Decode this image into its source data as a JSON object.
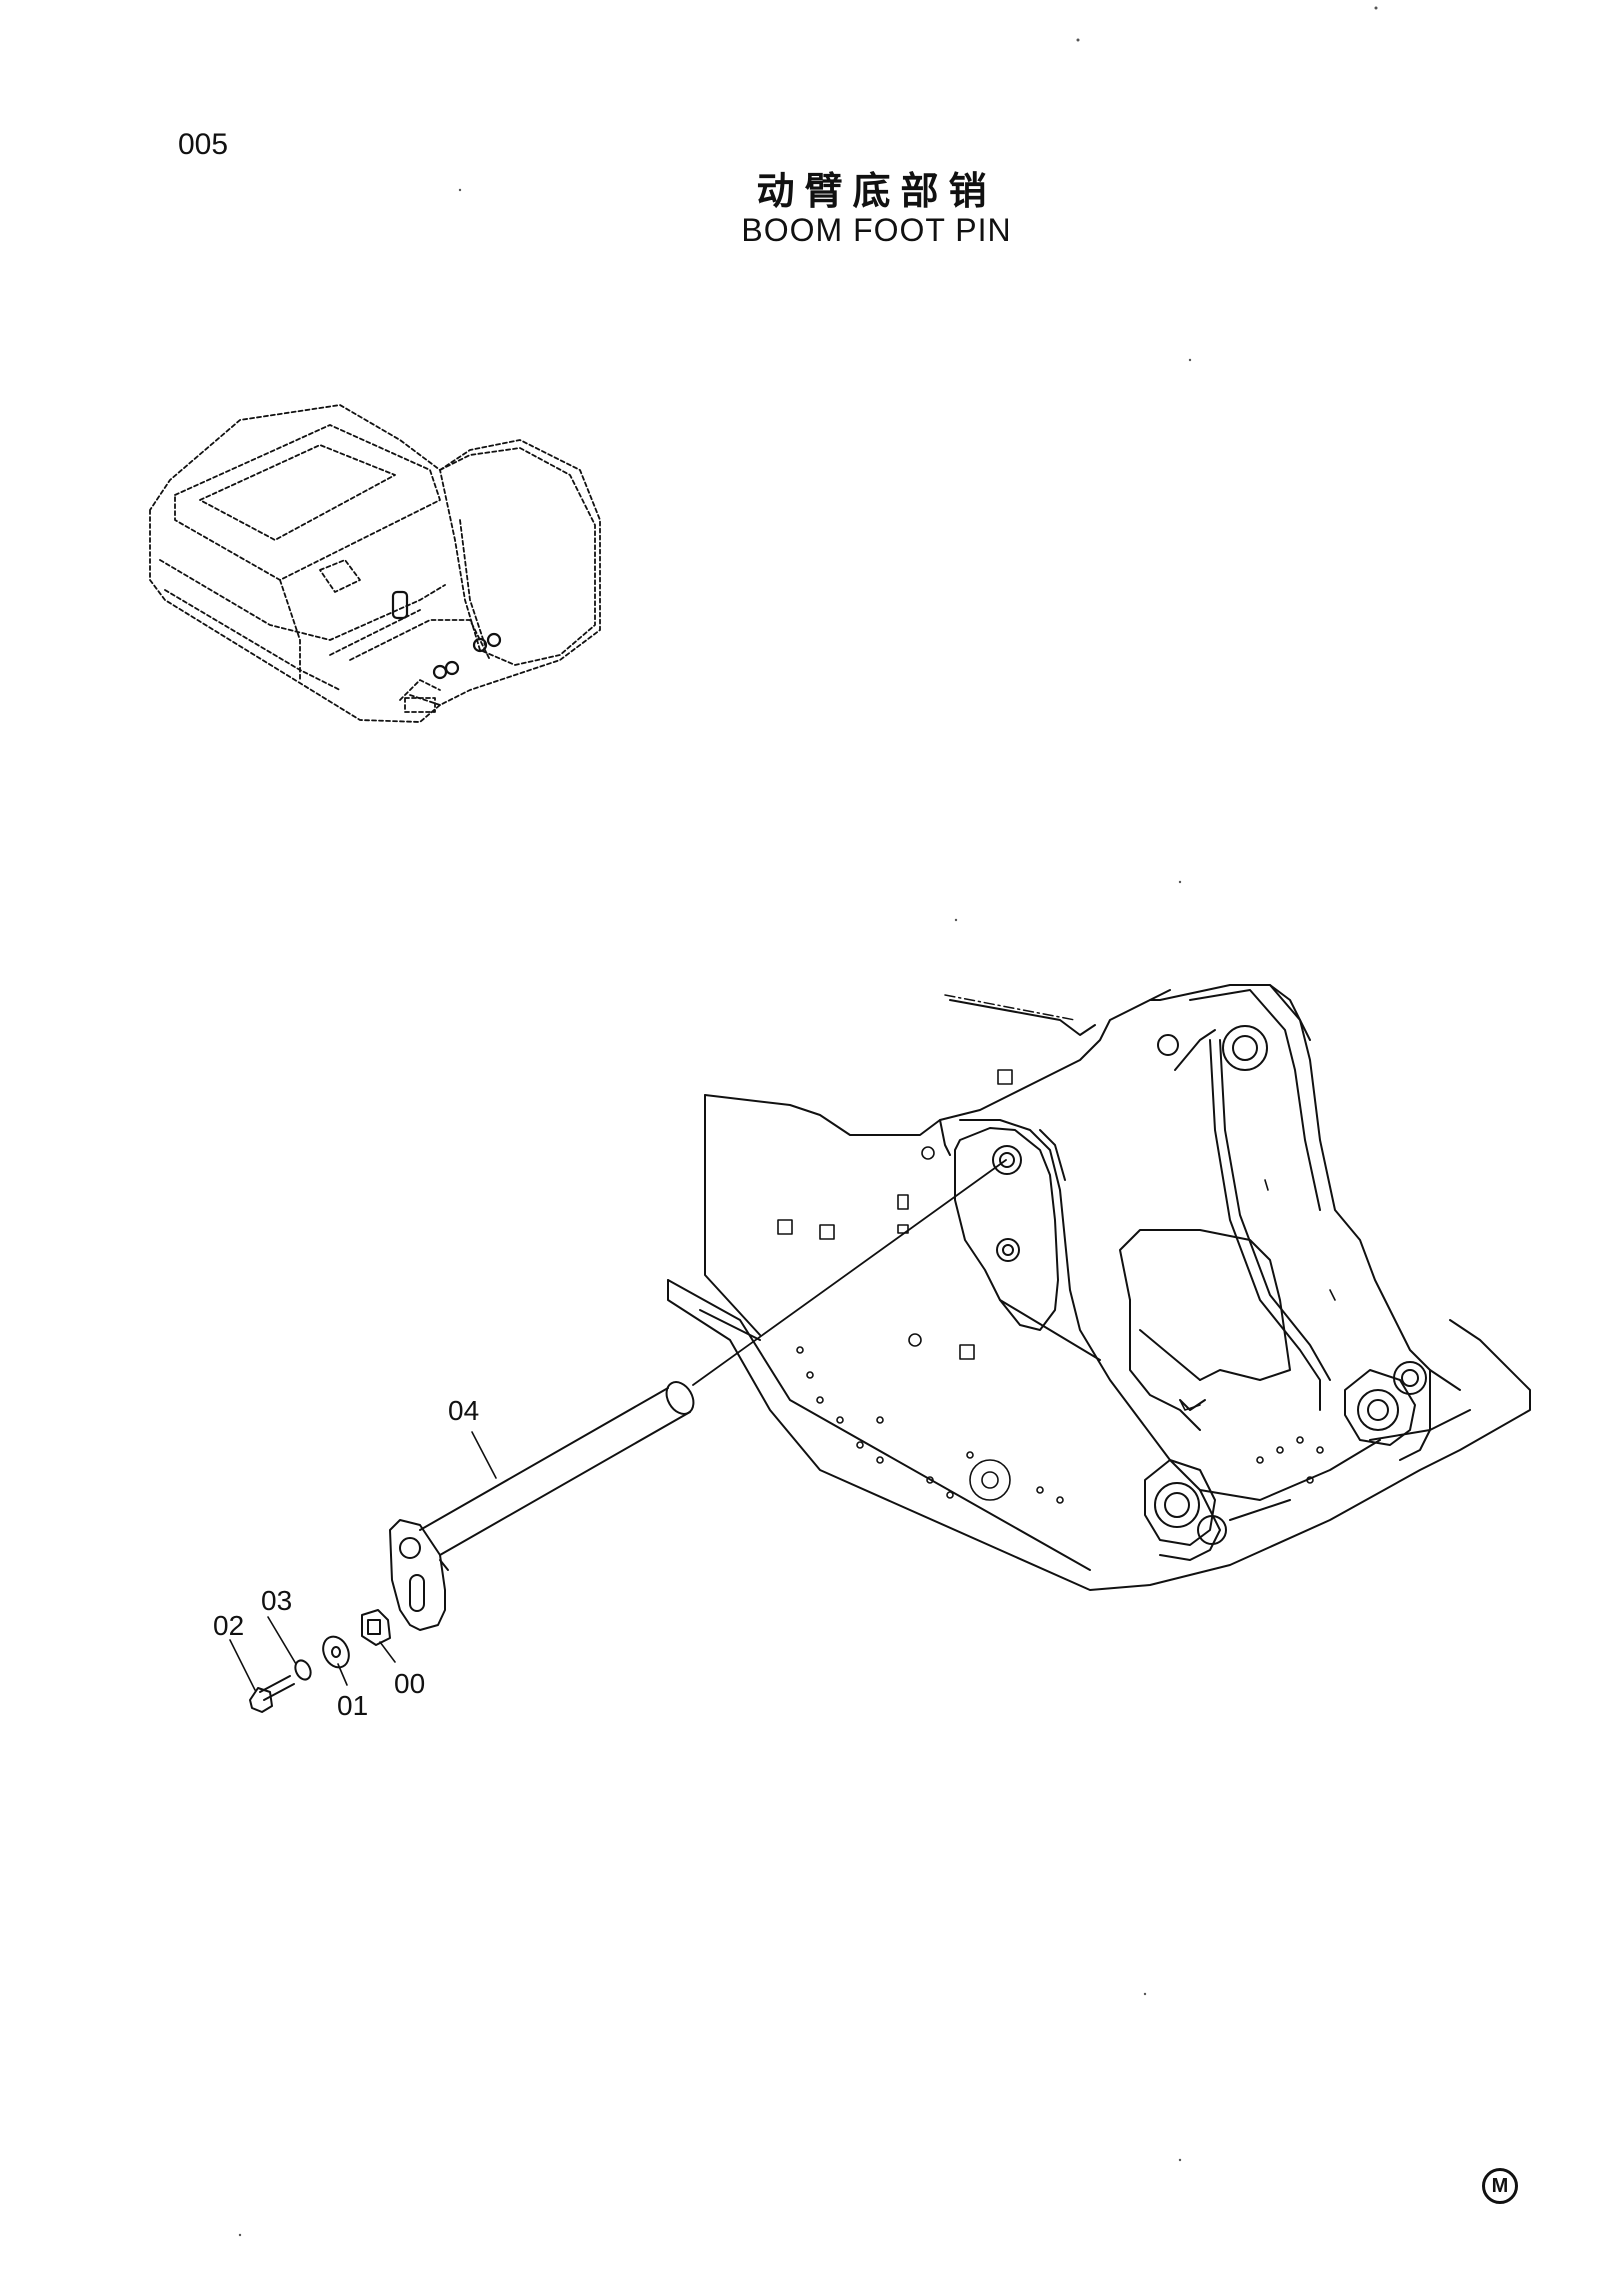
{
  "page": {
    "number": "005",
    "title_cn": "动臂底部销",
    "title_en": "BOOM FOOT PIN",
    "mark": "M"
  },
  "callouts": [
    "04",
    "03",
    "02",
    "01",
    "00"
  ],
  "colors": {
    "line": "#111111",
    "background": "#ffffff"
  }
}
